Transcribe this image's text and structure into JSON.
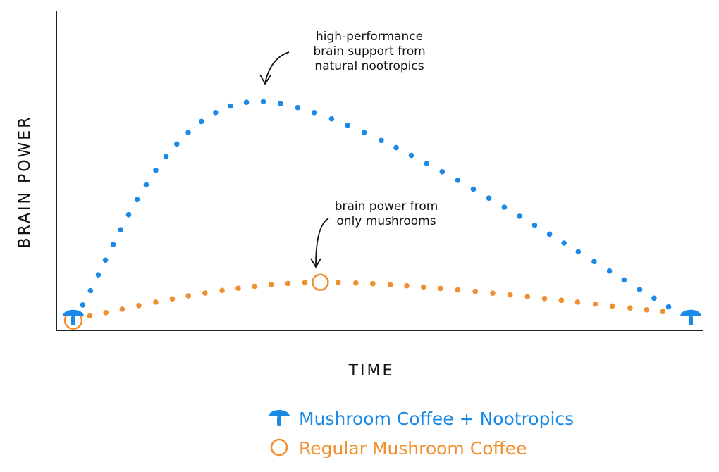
{
  "colors": {
    "nootropics": "#1b8ae6",
    "regular": "#ef8f2f",
    "axis": "#222222",
    "text": "#111111"
  },
  "chart_data": {
    "type": "scatter",
    "title": "",
    "xlabel": "TIME",
    "ylabel": "BRAIN POWER",
    "xlim": [
      0,
      100
    ],
    "ylim": [
      0,
      100
    ],
    "x_ticks": false,
    "y_ticks": false,
    "grid": false,
    "legend_position": "bottom-center",
    "series": [
      {
        "name": "Mushroom Coffee + Nootropics",
        "color": "#1b8ae6",
        "marker": "mushroom-icon",
        "style": "dotted",
        "points": [
          [
            0,
            5
          ],
          [
            30,
            100
          ],
          [
            100,
            5
          ]
        ]
      },
      {
        "name": "Regular Mushroom Coffee",
        "color": "#ef8f2f",
        "marker": "open-circle",
        "style": "dotted",
        "points": [
          [
            0,
            5
          ],
          [
            40,
            21
          ],
          [
            100,
            7
          ]
        ]
      }
    ],
    "annotations": [
      {
        "text": [
          "high-performance",
          "brain support from",
          "natural nootropics"
        ],
        "target_series": "Mushroom Coffee + Nootropics"
      },
      {
        "text": [
          "brain power from",
          "only mushrooms"
        ],
        "target_series": "Regular Mushroom Coffee"
      }
    ]
  },
  "legend": [
    {
      "label": "Mushroom Coffee + Nootropics",
      "marker": "mushroom-icon",
      "color": "#1b8ae6"
    },
    {
      "label": "Regular Mushroom Coffee",
      "marker": "open-circle",
      "color": "#ef8f2f"
    }
  ]
}
